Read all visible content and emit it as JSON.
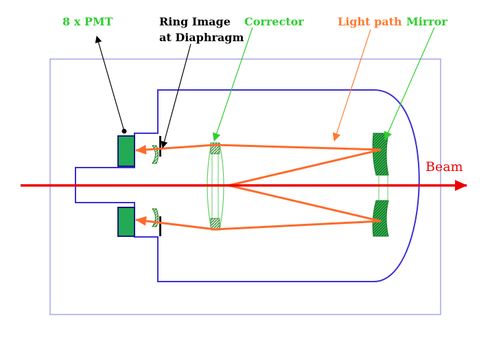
{
  "labels": {
    "pmt": "8 x PMT",
    "ring_image_line1": "Ring Image",
    "ring_image_line2": "at Diaphragm",
    "corrector": "Corrector",
    "light_path": "Light path",
    "mirror": "Mirror",
    "beam": "Beam"
  },
  "colors": {
    "pmt_label": "#2fcf2f",
    "ring_label": "#000000",
    "corrector_label": "#2fcf2f",
    "light_path_label": "#ff7a30",
    "mirror_label": "#2fcf2f",
    "beam_label": "#ee0000",
    "vessel_outline": "#3b2fd0",
    "outer_frame": "#8f8fe0",
    "beam_arrow": "#ee0000",
    "light_rays": "#ff6a2a",
    "pmt_fill": "#22aa55",
    "pmt_border": "#1a1a7a",
    "mirror_fill": "#34b84e",
    "corrector_lens": "#66cc66"
  }
}
